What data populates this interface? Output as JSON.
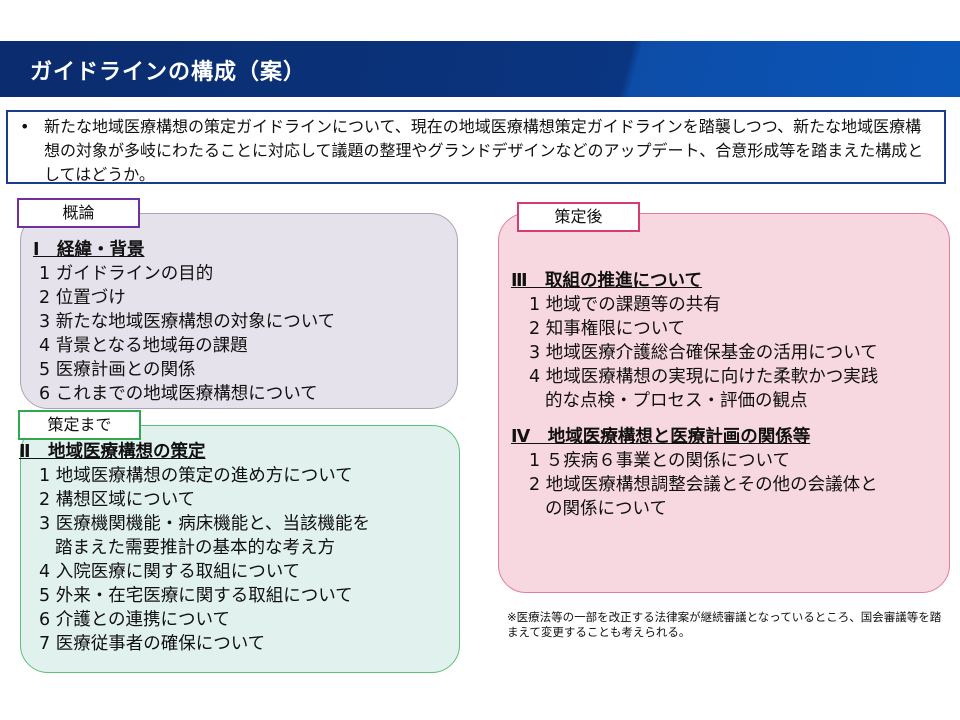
{
  "header": {
    "title": "ガイドラインの構成（案）"
  },
  "intro": {
    "bullet": "•",
    "text": "新たな地域医療構想の策定ガイドラインについて、現在の地域医療構想策定ガイドラインを踏襲しつつ、新たな地域医療構想の対象が多岐にわたることに対応して議題の整理やグランドデザインなどのアップデート、合意形成等を踏まえた構成としてはどうか。"
  },
  "overview": {
    "tab": "概論",
    "heading": "Ⅰ　経緯・背景",
    "items": [
      "1 ガイドラインの目的",
      "2 位置づけ",
      "3 新たな地域医療構想の対象について",
      "4 背景となる地域毎の課題",
      "5 医療計画との関係",
      "6 これまでの地域医療構想について"
    ]
  },
  "before": {
    "tab": "策定まで",
    "heading": "Ⅱ　地域医療構想の策定",
    "items": [
      "1 地域医療構想の策定の進め方について",
      "2 構想区域について",
      "3 医療機関機能・病床機能と、当該機能を",
      "踏まえた需要推計の基本的な考え方",
      "4 入院医療に関する取組について",
      "5 外来・在宅医療に関する取組について",
      "6 介護との連携について",
      "7 医療従事者の確保について"
    ]
  },
  "after": {
    "tab": "策定後",
    "heading1": "Ⅲ　取組の推進について",
    "items1": [
      "1 地域での課題等の共有",
      "2 知事権限について",
      "3 地域医療介護総合確保基金の活用について",
      "4 地域医療構想の実現に向けた柔軟かつ実践",
      "的な点検・プロセス・評価の観点"
    ],
    "heading2": "Ⅳ　地域医療構想と医療計画の関係等",
    "items2": [
      "1 ５疾病６事業との関係について",
      "2 地域医療構想調整会議とその他の会議体と",
      "の関係について"
    ]
  },
  "note": "※医療法等の一部を改正する法律案が継続審議となっているところ、国会審議等を踏まえて変更することも考えられる。"
}
